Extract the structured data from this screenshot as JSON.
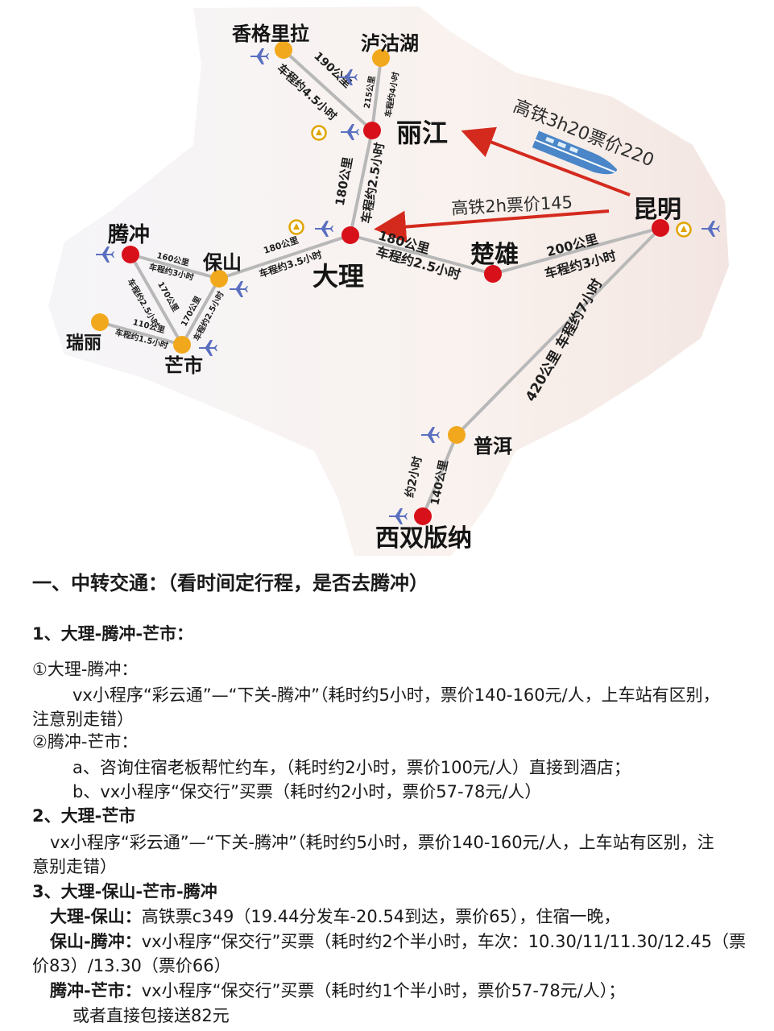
{
  "colors": {
    "rail": "#d42a1e",
    "road": "#b8b8b8",
    "major_city": "#d8101a",
    "minor_city": "#f2a81d",
    "airport": "#5a6fc0",
    "station": "#e0a400"
  },
  "map": {
    "cities": {
      "xianggelila": "香格里拉",
      "lugu": "泸沽湖",
      "lijiang": "丽江",
      "kunming": "昆明",
      "chuxiong": "楚雄",
      "dali": "大理",
      "tengchong": "腾冲",
      "baoshan": "保山",
      "ruili": "瑞丽",
      "mangshi": "芒市",
      "puer": "普洱",
      "xishuangbanna": "西双版纳"
    },
    "routes": {
      "xgll_lijiang": [
        "190公里",
        "车程约4.5小时"
      ],
      "lugu_lijiang": [
        "215公里",
        "车程约4小时"
      ],
      "lijiang_dali": [
        "180公里",
        "车程约2.5小时"
      ],
      "dali_chuxiong": [
        "180公里",
        "车程约2.5小时"
      ],
      "chuxiong_kunming": [
        "200公里",
        "车程约3小时"
      ],
      "baoshan_dali": [
        "180公里",
        "车程约3.5小时"
      ],
      "tengchong_baoshan": [
        "160公里",
        "车程约3小时"
      ],
      "tengchong_mangshi": [
        "170公里",
        "车程约2.5小时"
      ],
      "baoshan_mangshi": [
        "170公里",
        "车程约2.5小时"
      ],
      "ruili_mangshi": [
        "110公里",
        "车程约1.5小时"
      ],
      "kunming_puer": "420公里 车程约7小时",
      "puer_banna": [
        "约2小时",
        "140公里"
      ]
    },
    "rail": {
      "kunming_lijiang": "高铁3h20票价220",
      "kunming_dali": "高铁2h票价145"
    }
  },
  "doc": {
    "heading": "一、中转交通：（看时间定行程，是否去腾冲）",
    "s1_title": "1、大理-腾冲-芒市：",
    "s1_1": "①大理-腾冲：",
    "s1_1_a": "vx小程序“彩云通”—“下关-腾冲”（耗时约5小时，票价140-160元/人，上车站有区别，",
    "s1_1_b": "注意别走错）",
    "s1_2": "②腾冲-芒市：",
    "s1_2_a": "a、咨询住宿老板帮忙约车，（耗时约2小时，票价100元/人）直接到酒店；",
    "s1_2_b": "b、vx小程序“保交行”买票（耗时约2小时，票价57-78元/人）",
    "s2_title": "2、大理-芒市",
    "s2_a": "vx小程序“彩云通”—“下关-腾冲”（耗时约5小时，票价140-160元/人，上车站有区别，注",
    "s2_b": "意别走错）",
    "s3_title": "3、大理-保山-芒市-腾冲",
    "s3_1_label": "大理-保山：",
    "s3_1_text": "高铁票c349（19.44分发车-20.54到达，票价65），住宿一晚，",
    "s3_2_label": "保山-腾冲：",
    "s3_2_text": "vx小程序“保交行”买票（耗时约2个半小时，车次：10.30/11/11.30/12.45（票",
    "s3_2_b": "价83）/13.30（票价66）",
    "s3_3_label": "腾冲-芒市：",
    "s3_3_text": "vx小程序“保交行”买票（耗时约1个半小时，票价57-78元/人）；",
    "s3_3_b": "或者直接包接送82元"
  }
}
